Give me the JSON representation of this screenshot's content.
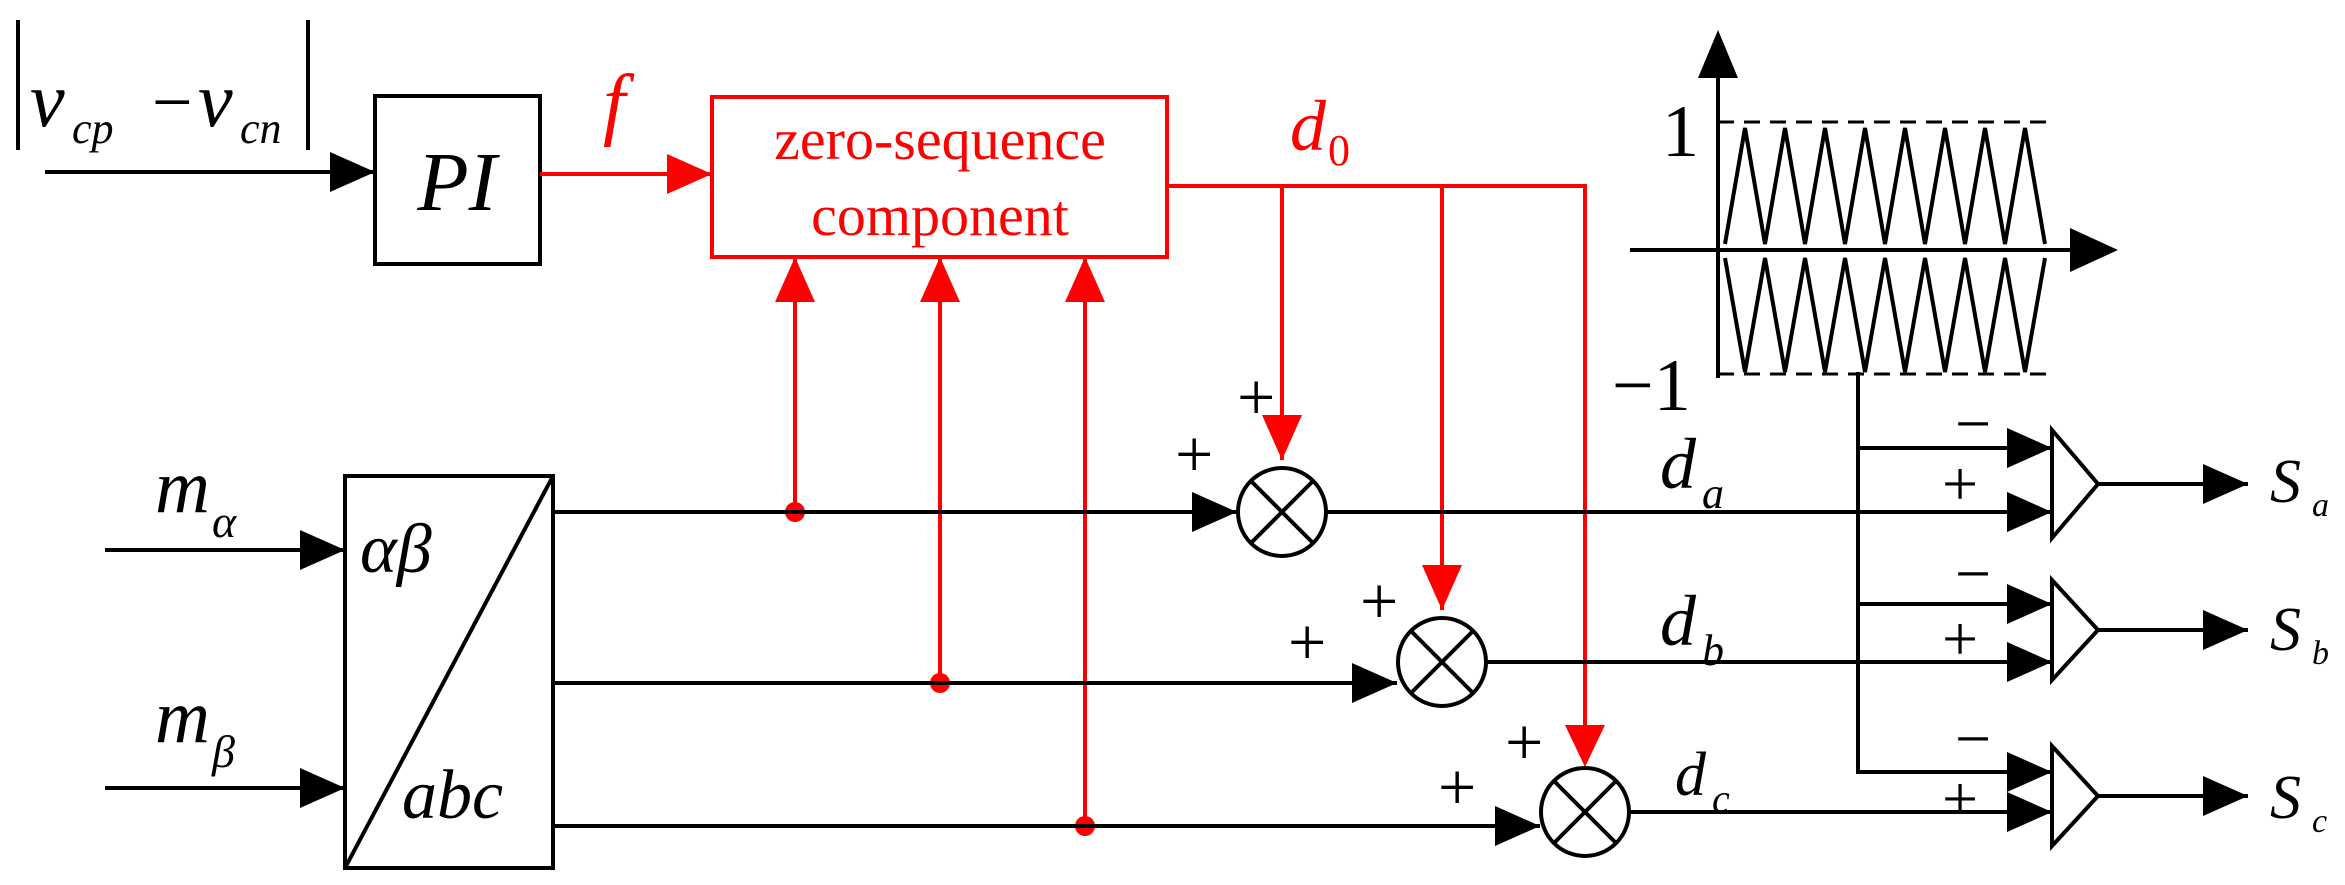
{
  "colors": {
    "black": "#000000",
    "red": "#ff0000",
    "background": "#ffffff"
  },
  "inputs": {
    "error_v1": "v",
    "error_v1_sub": "cp",
    "error_minus": "−",
    "error_v2": "v",
    "error_v2_sub": "cn",
    "m_alpha": "m",
    "m_alpha_sub": "α",
    "m_beta": "m",
    "m_beta_sub": "β"
  },
  "blocks": {
    "pi_label": "PI",
    "zero_seq_line1": "zero-sequence",
    "zero_seq_line2": "component",
    "transform_top": "αβ",
    "transform_bottom": "abc"
  },
  "signals": {
    "f_label": "f",
    "d0_label": "d",
    "d0_sub": "0",
    "da_label": "d",
    "da_sub": "a",
    "db_label": "d",
    "db_sub": "b",
    "dc_label": "d",
    "dc_sub": "c"
  },
  "summers": {
    "plus": "+"
  },
  "comparators": {
    "minus": "−",
    "plus": "+"
  },
  "carrier": {
    "upper_value": "1",
    "lower_value": "−1"
  },
  "outputs": {
    "sa": "S",
    "sa_sub": "a",
    "sb": "S",
    "sb_sub": "b",
    "sc": "S",
    "sc_sub": "c"
  }
}
